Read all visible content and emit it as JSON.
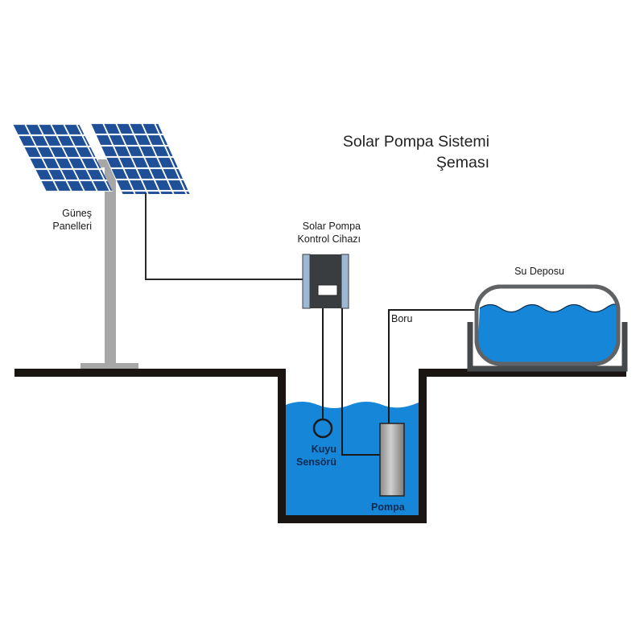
{
  "diagram": {
    "title_line1": "Solar Pompa Sistemi",
    "title_line2": "Şeması",
    "labels": {
      "solar_panels_line1": "Güneş",
      "solar_panels_line2": "Panelleri",
      "controller_line1": "Solar Pompa",
      "controller_line2": "Kontrol Cihazı",
      "water_tank": "Su Deposu",
      "pipe": "Boru",
      "well_sensor_line1": "Kuyu",
      "well_sensor_line2": "Sensörü",
      "pump": "Pompa"
    },
    "colors": {
      "panel_blue": "#1f4f96",
      "water_blue": "#1686d9",
      "ground": "#1a1512",
      "pole_gray": "#a7a7a7",
      "controller_dark": "#3a3d40",
      "controller_side": "#9db8d4",
      "tank_frame": "#5f6366"
    },
    "components": [
      {
        "name": "solar-panels",
        "icon": "solar-panel-icon"
      },
      {
        "name": "controller",
        "icon": "controller-box-icon"
      },
      {
        "name": "water-tank",
        "icon": "tank-icon"
      },
      {
        "name": "well",
        "icon": "well-icon"
      },
      {
        "name": "well-sensor",
        "icon": "sensor-icon"
      },
      {
        "name": "pump",
        "icon": "pump-icon"
      }
    ]
  }
}
